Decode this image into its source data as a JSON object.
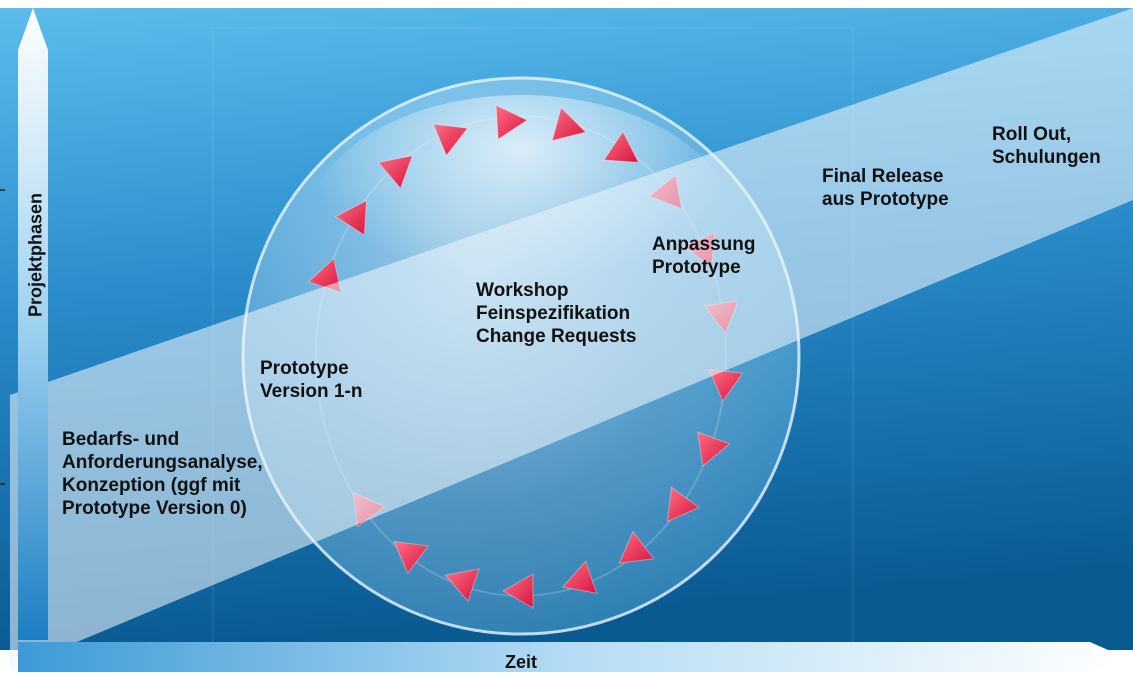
{
  "axes": {
    "y_label": "Projektphasen",
    "x_label": "Zeit"
  },
  "phases": {
    "bedarf": "Bedarfs- und\nAnforderungsanalyse,\nKonzeption (ggf mit\nPrototype Version 0)",
    "prototype": "Prototype\nVersion 1-n",
    "workshop": "Workshop\nFeinspezifikation\nChange Requests",
    "anpassung": "Anpassung\nPrototype",
    "final": "Final Release\naus Prototype",
    "rollout": "Roll Out,\nSchulungen"
  },
  "colors": {
    "background_top": "#4fb3e6",
    "background_bottom": "#0a5f96",
    "band": "#e8f3fb",
    "arrow": "#e2244a",
    "axis": "#dff0fb",
    "text": "#111111"
  },
  "cycle_arrow_count": 19
}
